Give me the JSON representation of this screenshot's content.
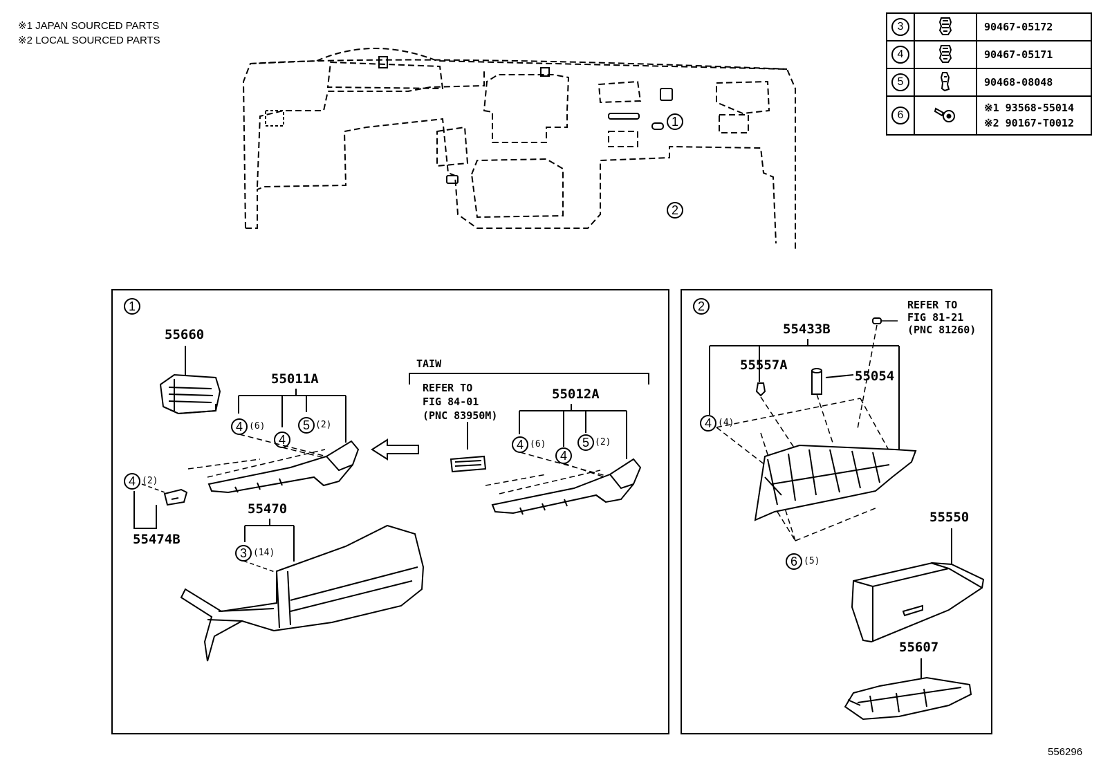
{
  "notes": [
    "※1 JAPAN SOURCED PARTS",
    "※2 LOCAL SOURCED PARTS"
  ],
  "ref_table": [
    {
      "num": "3",
      "icon": "clip-icon",
      "part": "90467-05172"
    },
    {
      "num": "4",
      "icon": "clip-icon",
      "part": "90467-05171"
    },
    {
      "num": "5",
      "icon": "clip-icon",
      "part": "90468-08048"
    },
    {
      "num": "6",
      "icon": "screw-icon",
      "part_lines": [
        "※1 93568-55014",
        "※2 90167-T0012"
      ]
    }
  ],
  "overview": {
    "callout_1": "1",
    "callout_2": "2"
  },
  "panel1": {
    "id": "1",
    "parts": {
      "p55660": "55660",
      "p55011A": "55011A",
      "p55012A": "55012A",
      "p55470": "55470",
      "p55474B": "55474B"
    },
    "taiw": "TAIW",
    "refer": [
      "REFER TO",
      "FIG 84-01",
      "(PNC 83950M)"
    ],
    "fasteners": [
      {
        "num": "4",
        "qty": "(6)"
      },
      {
        "num": "4",
        "qty": ""
      },
      {
        "num": "5",
        "qty": "(2)"
      },
      {
        "num": "4",
        "qty": "(6)"
      },
      {
        "num": "4",
        "qty": ""
      },
      {
        "num": "5",
        "qty": "(2)"
      },
      {
        "num": "4",
        "qty": "(2)"
      },
      {
        "num": "3",
        "qty": "(14)"
      }
    ]
  },
  "panel2": {
    "id": "2",
    "parts": {
      "p55433B": "55433B",
      "p55557A": "55557A",
      "p55054": "55054",
      "p55550": "55550",
      "p55607": "55607"
    },
    "refer": [
      "REFER TO",
      "FIG 81-21",
      "(PNC 81260)"
    ],
    "fasteners": [
      {
        "num": "4",
        "qty": "(4)"
      },
      {
        "num": "6",
        "qty": "(5)"
      }
    ]
  },
  "illustration_code": "556296"
}
